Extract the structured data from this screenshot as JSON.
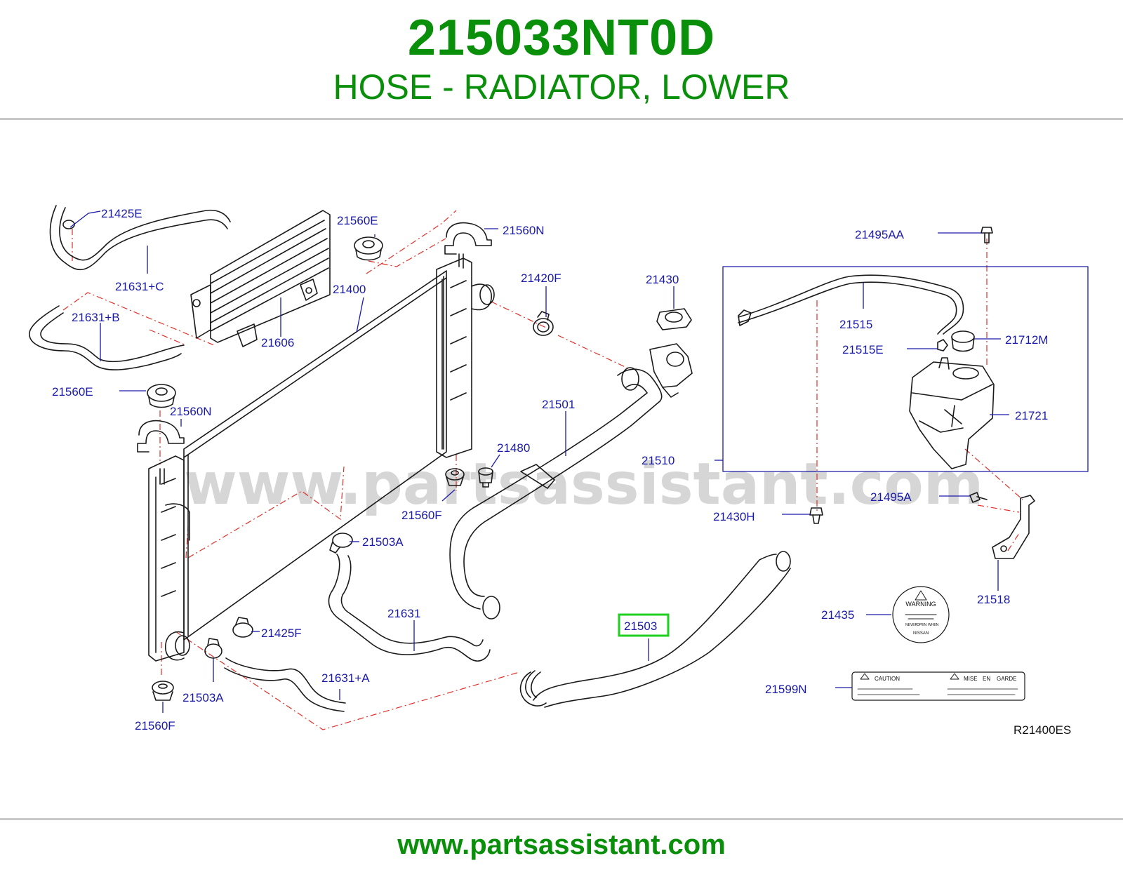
{
  "header": {
    "part_number": "215033NT0D",
    "part_description": "HOSE - RADIATOR, LOWER"
  },
  "diagram": {
    "watermark": "www.partsassistant.com",
    "reference_code": "R21400ES",
    "highlighted_part": "21503",
    "callouts": {
      "c21425E": "21425E",
      "c21631C": "21631+C",
      "c21631B": "21631+B",
      "c21560E_left": "21560E",
      "c21560N_left": "21560N",
      "c21560E_top": "21560E",
      "c21606": "21606",
      "c21400": "21400",
      "c21560N_top": "21560N",
      "c21420F": "21420F",
      "c21430": "21430",
      "c21501": "21501",
      "c21480": "21480",
      "c21560F_mid": "21560F",
      "c21503A_mid": "21503A",
      "c21631": "21631",
      "c21425F": "21425F",
      "c21631A": "21631+A",
      "c21503A_bot": "21503A",
      "c21560F_bot": "21560F",
      "c21503": "21503",
      "c21495AA": "21495AA",
      "c21515": "21515",
      "c21515E": "21515E",
      "c21712M": "21712M",
      "c21721": "21721",
      "c21510": "21510",
      "c21495A": "21495A",
      "c21430H": "21430H",
      "c21518": "21518",
      "c21435": "21435",
      "c21599N": "21599N"
    },
    "labels": {
      "warning_title": "WARNING",
      "warning_never": "NEVER",
      "warning_open": "OPEN",
      "warning_when": "WHEN",
      "warning_brand": "NISSAN",
      "caution_title": "CAUTION",
      "caution_mise": "MISE",
      "caution_en": "EN",
      "caution_garde": "GARDE"
    }
  },
  "footer": {
    "url": "www.partsassistant.com"
  },
  "colors": {
    "brand_green": "#0a8f0a",
    "callout_blue": "#1a1aa8",
    "dash_red": "#e0302a",
    "highlight_green": "#1fd11f",
    "watermark_gray": "#c9c9c9"
  }
}
